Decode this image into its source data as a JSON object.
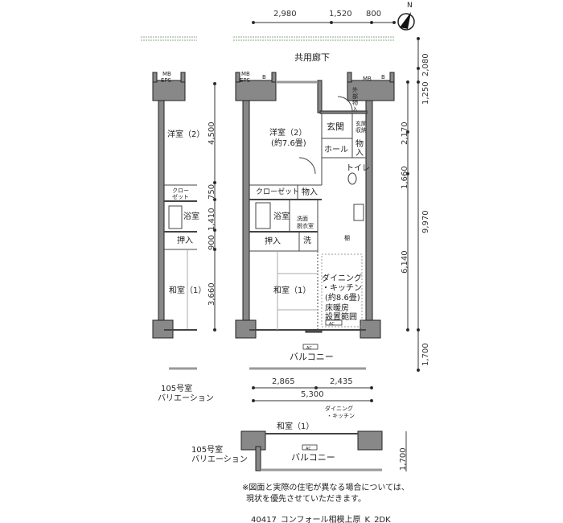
{
  "compass": {
    "label": "N"
  },
  "top_dims": [
    "2,980",
    "1,520",
    "800"
  ],
  "corridor": "共用廊下",
  "right_dims": {
    "outer": [
      "2,080",
      "1,250",
      "9,970",
      "1,700"
    ],
    "inner": [
      "2,170",
      "1,660",
      "6,140"
    ]
  },
  "left_dims": [
    "4,500",
    "750",
    "1,410",
    "900",
    "3,660"
  ],
  "bottom_dims": {
    "parts": [
      "2,865",
      "2,435"
    ],
    "total": "5,300"
  },
  "rooms": {
    "mb_eps": [
      "MB",
      "EPS"
    ],
    "mb": "MB",
    "b": "B",
    "western2": "洋室（2）",
    "western2_size": "(約7.6畳)",
    "genkan": "玄関",
    "genkan_storage": [
      "玄関",
      "収納"
    ],
    "hall": "ホール",
    "storage": "物入",
    "outside_storage": "外部物入",
    "toilet": "トイレ",
    "closet": "クローゼット",
    "bath": "浴室",
    "washroom": [
      "洗面",
      "脱衣室"
    ],
    "washer": "洗",
    "shelf": "棚",
    "oshiire": "押入",
    "japanese1": "和室（1）",
    "dining": [
      "ダイニング",
      "・キッチン",
      "(約8.6畳)"
    ],
    "floor_heating": [
      "床暖房",
      "設置範囲"
    ],
    "ac": "AC",
    "balcony": "バルコニー"
  },
  "variation_left": {
    "title": [
      "105号室",
      "バリエーション"
    ],
    "closet": [
      "クロー",
      "ゼット"
    ],
    "western2": "洋室（2）",
    "bath": "浴室",
    "oshiire": "押入",
    "japanese1": "和室（1）"
  },
  "variation_bottom": {
    "title": [
      "105号室",
      "バリエーション"
    ],
    "japanese1": "和室（1）",
    "dining": [
      "ダイニング",
      "・キッチン"
    ],
    "balcony": "バルコニー",
    "ac": "AC",
    "dim": "1,700"
  },
  "notes": [
    "※図面と実際の住宅が異なる場合については、",
    "現状を優先させていただきます。"
  ],
  "footer": "40417_コンフォール相模上原_K_2DK"
}
